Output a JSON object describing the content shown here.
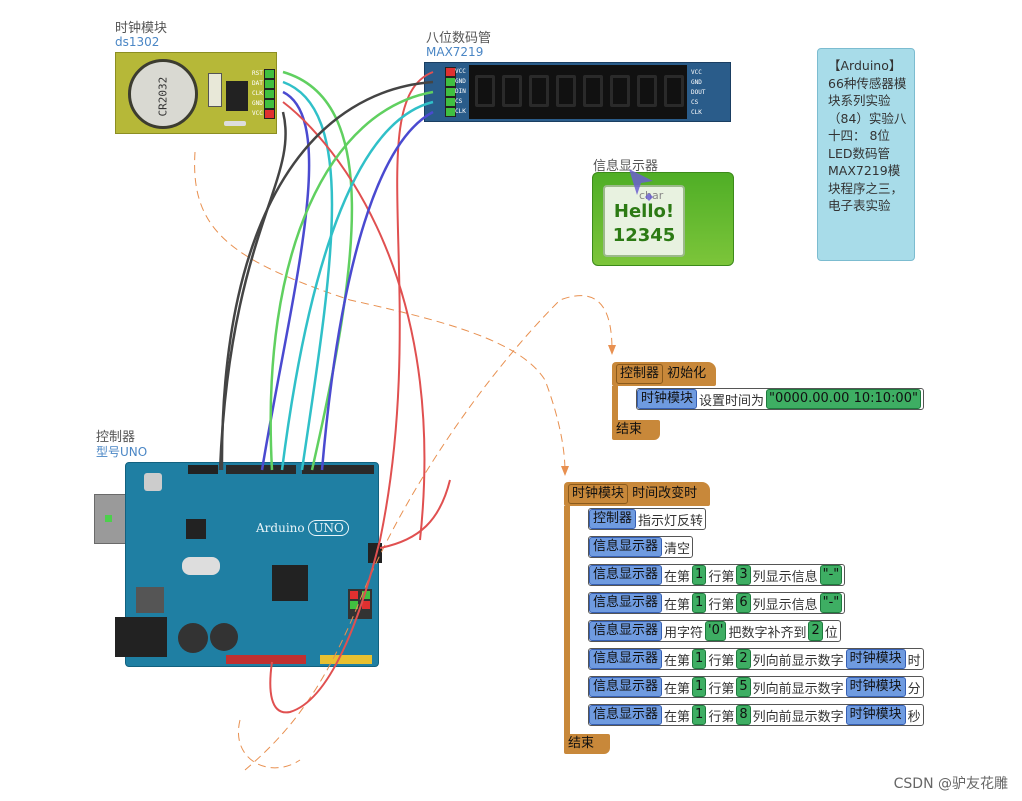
{
  "rtc": {
    "name": "时钟模块",
    "type": "ds1302",
    "battery": "CR2032"
  },
  "max": {
    "name": "八位数码管",
    "type": "MAX7219"
  },
  "lcd": {
    "name": "信息显示器",
    "line1": "Hello!",
    "line2": "12345",
    "tag": "char"
  },
  "info": {
    "text": "【Arduino】66种传感器模块系列实验（84）实验八十四： 8位LED数码管MAX7219模块程序之三，电子表实验"
  },
  "uno": {
    "name": "控制器",
    "type": "型号UNO",
    "brand": "Arduino",
    "model": "UNO"
  },
  "init_block": {
    "hat_a": "控制器",
    "hat_b": "初始化",
    "module": "时钟模块",
    "action": "设置时间为",
    "value": "\"0000.00.00 10:10:00\"",
    "end": "结束"
  },
  "event_block": {
    "hat_a": "时钟模块",
    "hat_b": "时间改变时",
    "rows": [
      {
        "module": "控制器",
        "parts": [
          "指示灯反转"
        ]
      },
      {
        "module": "信息显示器",
        "parts": [
          "清空"
        ]
      },
      {
        "module": "信息显示器",
        "parts": [
          "在第",
          "1",
          "行第",
          "3",
          "列显示信息",
          "\"-\""
        ]
      },
      {
        "module": "信息显示器",
        "parts": [
          "在第",
          "1",
          "行第",
          "6",
          "列显示信息",
          "\"-\""
        ]
      },
      {
        "module": "信息显示器",
        "parts": [
          "用字符",
          "'0'",
          "把数字补齐到",
          "2",
          "位"
        ]
      },
      {
        "module": "信息显示器",
        "parts": [
          "在第",
          "1",
          "行第",
          "2",
          "列向前显示数字",
          "时钟模块",
          "时"
        ]
      },
      {
        "module": "信息显示器",
        "parts": [
          "在第",
          "1",
          "行第",
          "5",
          "列向前显示数字",
          "时钟模块",
          "分"
        ]
      },
      {
        "module": "信息显示器",
        "parts": [
          "在第",
          "1",
          "行第",
          "8",
          "列向前显示数字",
          "时钟模块",
          "秒"
        ]
      }
    ],
    "end": "结束"
  },
  "watermark": "CSDN @驴友花雕",
  "colors": {
    "wire_red": "#e05050",
    "wire_black": "#444444",
    "wire_blue": "#4a4ad0",
    "wire_cyan": "#30c0c8",
    "wire_green": "#60d060",
    "dashed": "#e89050"
  }
}
